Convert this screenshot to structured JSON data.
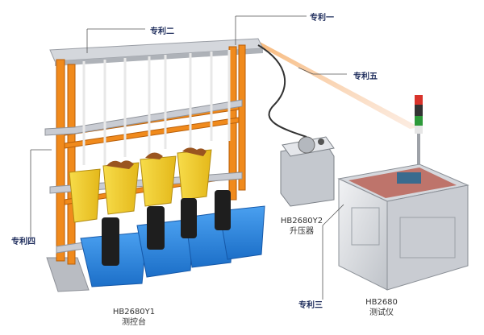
{
  "callouts": {
    "patent_1": "专利一",
    "patent_2": "专利二",
    "patent_3": "专利三",
    "patent_4": "专利四",
    "patent_5": "专利五"
  },
  "devices": {
    "control_stand": {
      "model": "HB2680Y1",
      "name": "测控台"
    },
    "step_up": {
      "model": "HB2680Y2",
      "name": "升压器"
    },
    "tester": {
      "model": "HB2680",
      "name": "测试仪"
    }
  },
  "colors": {
    "frame_orange": "#f08a1c",
    "rail_grey": "#c9ccd3",
    "tub_blue": "#2f86e0",
    "bucket_yellow": "#f2cf2a",
    "laser_beam": "#f3a35a",
    "case_silver": "#dfe2e6"
  }
}
